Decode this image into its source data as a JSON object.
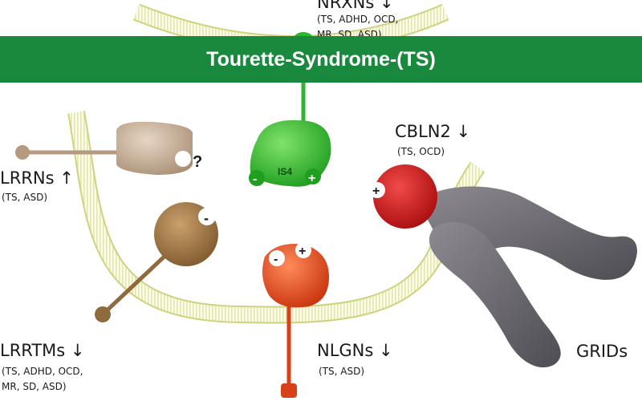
{
  "banner": {
    "title": "Tourette-Syndrome-(TS)"
  },
  "labels": {
    "nrxns": {
      "name": "NRXNs ↓",
      "disorders": [
        "(TS, ADHD, OCD,",
        "MR, SD, ASD)"
      ]
    },
    "cbln2": {
      "name": "CBLN2 ↓",
      "disorders": [
        "(TS, OCD)"
      ]
    },
    "lrrns": {
      "name": "LRRNs ↑",
      "disorders": [
        "(TS, ASD)"
      ]
    },
    "lrrtms": {
      "name": "LRRTMs ↓",
      "disorders": [
        "(TS, ADHD, OCD,",
        "MR, SD, ASD)"
      ]
    },
    "nlgns": {
      "name": "NLGNs ↓",
      "disorders": [
        "(TS, ASD)"
      ]
    },
    "grids": {
      "name": "GRIDs"
    }
  },
  "marks": {
    "question": "?",
    "is4": "IS4",
    "plus": "+",
    "minus": "-"
  },
  "colors": {
    "banner": "#198a3d",
    "membrane": "#d6d98c",
    "nrxn_green": "#35c235",
    "cbln2_red": "#d11a1a",
    "nlgn_orange": "#e5471d",
    "lrrn_tan": "#c9b29a",
    "lrrtm_brown": "#a87a45",
    "grid_gray": "#6f6c73"
  }
}
